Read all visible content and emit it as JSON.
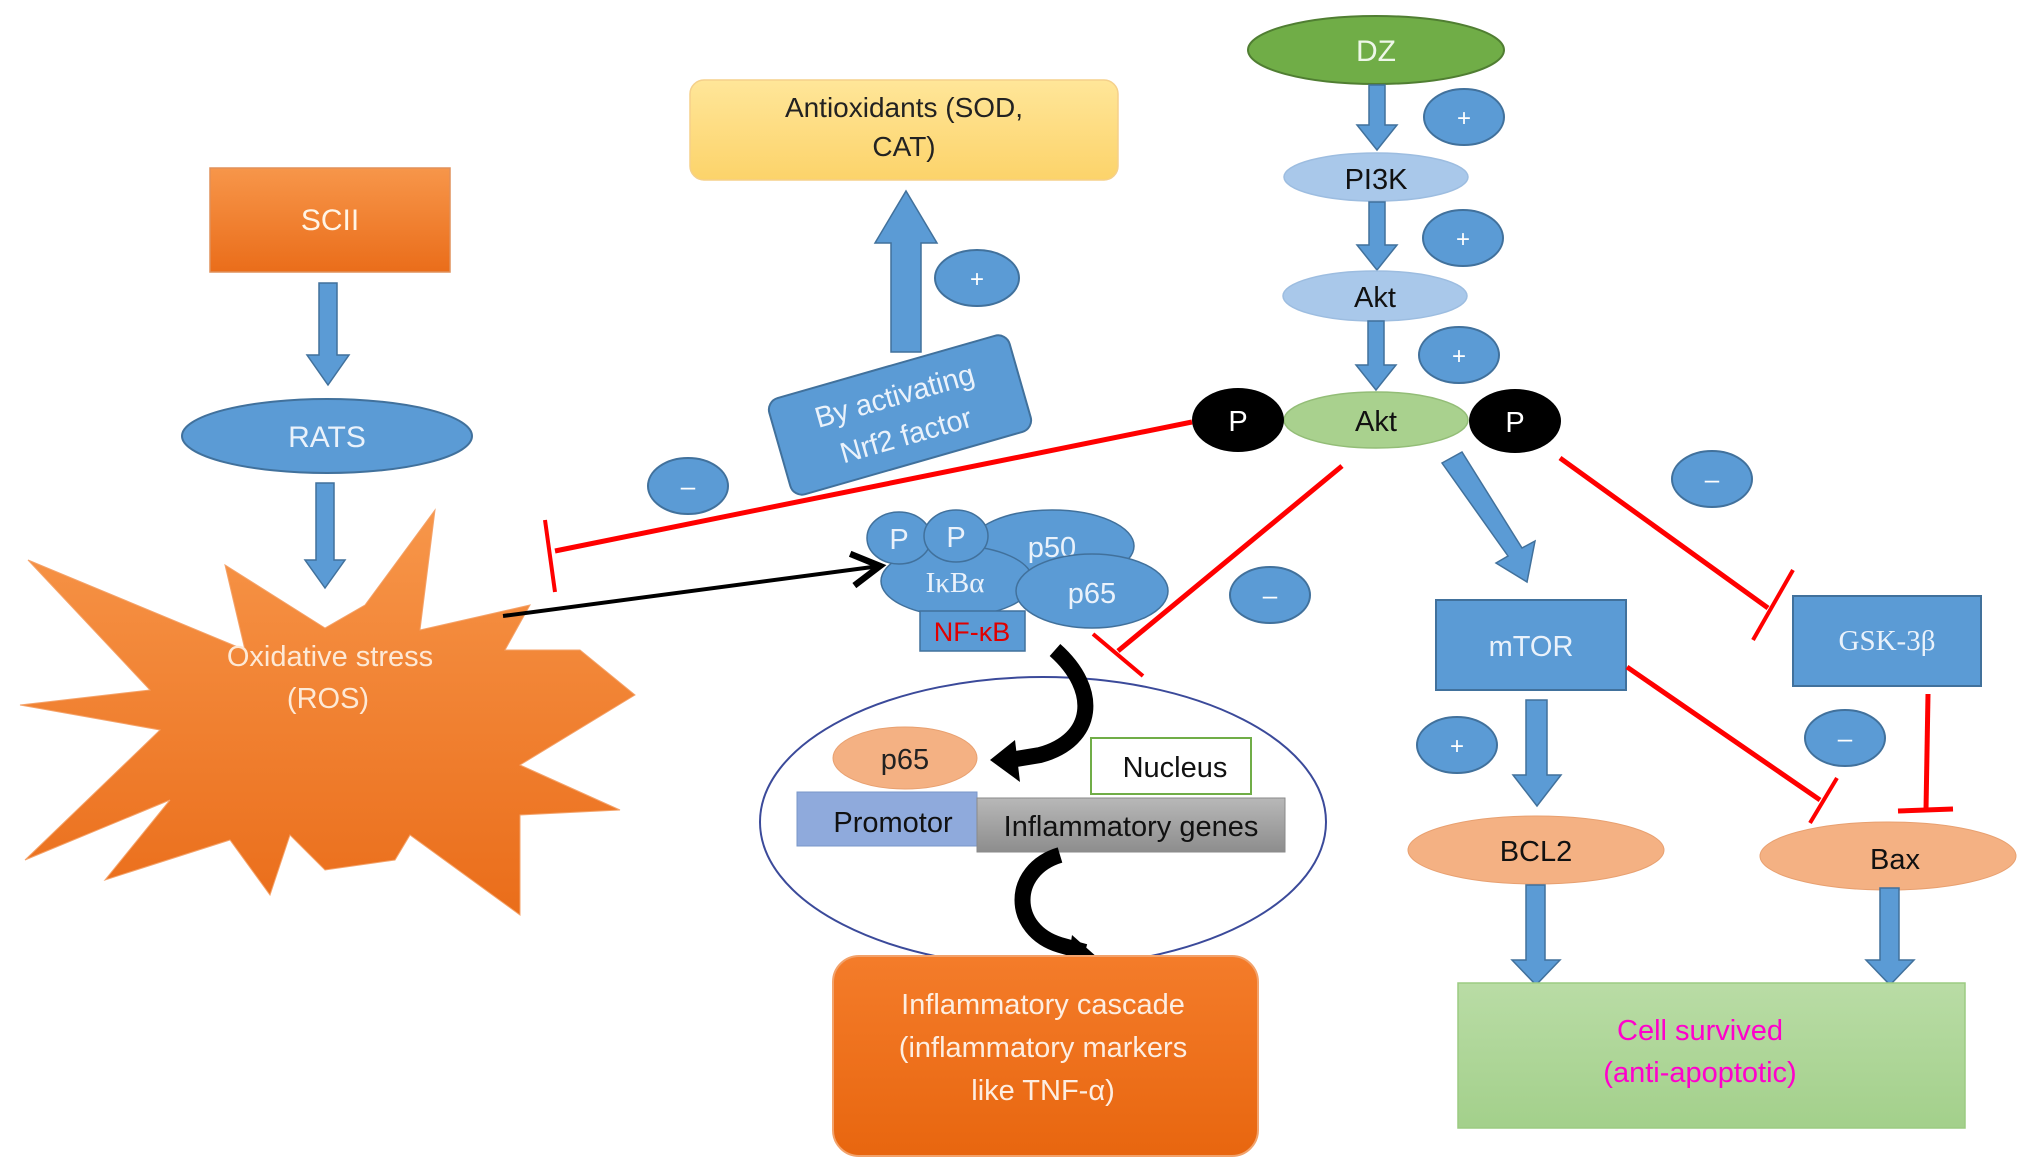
{
  "colors": {
    "orange": "#f07f2e",
    "blue": "#5b9bd5",
    "lightblue": "#a9c8ea",
    "green_dz": "#70ad47",
    "green_akt": "#a9d18e",
    "salmon": "#f4b183",
    "yellow": "#ffd966",
    "cell_green": "#a9d18e",
    "red": "#ff0000",
    "magenta": "#ff00cc",
    "promotor": "#8faadc",
    "genes": "#a6a6a6"
  },
  "nodes": {
    "scii": "SCII",
    "rats": "RATS",
    "ros_line1": "Oxidative stress",
    "ros_line2": "(ROS)",
    "antioxidants_line1": "Antioxidants (SOD,",
    "antioxidants_line2": "CAT)",
    "nrf2_line1": "By activating",
    "nrf2_line2": "Nrf2 factor",
    "dz": "DZ",
    "pi3k": "PI3K",
    "akt": "Akt",
    "p_akt": "Akt",
    "phospho": "P",
    "complex_p1": "P",
    "complex_p2": "P",
    "p50": "p50",
    "ikba": "IκBα",
    "p65": "p65",
    "nfkb": "NF-κB",
    "nucleus_p65": "p65",
    "nucleus": "Nucleus",
    "promotor": "Promotor",
    "inflammatory_genes": "Inflammatory genes",
    "cascade_line1": "Inflammatory cascade",
    "cascade_line2": "(inflammatory markers",
    "cascade_line3": "like TNF-α)",
    "mtor": "mTOR",
    "gsk": "GSK-3β",
    "bcl2": "BCL2",
    "bax": "Bax",
    "survived_line1": "Cell survived",
    "survived_line2": "(anti-apoptotic)"
  },
  "badges": {
    "plus": "+",
    "minus": "–"
  },
  "edges": [
    {
      "from": "SCII",
      "to": "RATS",
      "type": "activation"
    },
    {
      "from": "RATS",
      "to": "Oxidative stress (ROS)",
      "type": "activation"
    },
    {
      "from": "Oxidative stress (ROS)",
      "to": "NF-κB complex",
      "type": "arrow"
    },
    {
      "from": "By activating Nrf2 factor",
      "to": "Antioxidants (SOD, CAT)",
      "type": "activation",
      "sign": "+"
    },
    {
      "from": "DZ",
      "to": "PI3K",
      "type": "activation",
      "sign": "+"
    },
    {
      "from": "PI3K",
      "to": "Akt",
      "type": "activation",
      "sign": "+"
    },
    {
      "from": "Akt",
      "to": "p-Akt",
      "type": "activation",
      "sign": "+"
    },
    {
      "from": "p-Akt",
      "to": "Oxidative stress (ROS)",
      "type": "inhibition",
      "sign": "–"
    },
    {
      "from": "p-Akt",
      "to": "NF-κB translocation",
      "type": "inhibition",
      "sign": "–"
    },
    {
      "from": "p-Akt",
      "to": "mTOR",
      "type": "activation"
    },
    {
      "from": "p-Akt",
      "to": "GSK-3β",
      "type": "inhibition",
      "sign": "–"
    },
    {
      "from": "mTOR",
      "to": "BCL2",
      "type": "activation",
      "sign": "+"
    },
    {
      "from": "mTOR",
      "to": "Bax",
      "type": "inhibition"
    },
    {
      "from": "GSK-3β",
      "to": "Bax",
      "type": "inhibition",
      "sign": "–"
    },
    {
      "from": "BCL2",
      "to": "Cell survived",
      "type": "activation"
    },
    {
      "from": "Bax",
      "to": "Cell survived",
      "type": "activation"
    },
    {
      "from": "NF-κB",
      "to": "Nucleus p65",
      "type": "translocation"
    },
    {
      "from": "Inflammatory genes",
      "to": "Inflammatory cascade",
      "type": "transcription"
    }
  ]
}
